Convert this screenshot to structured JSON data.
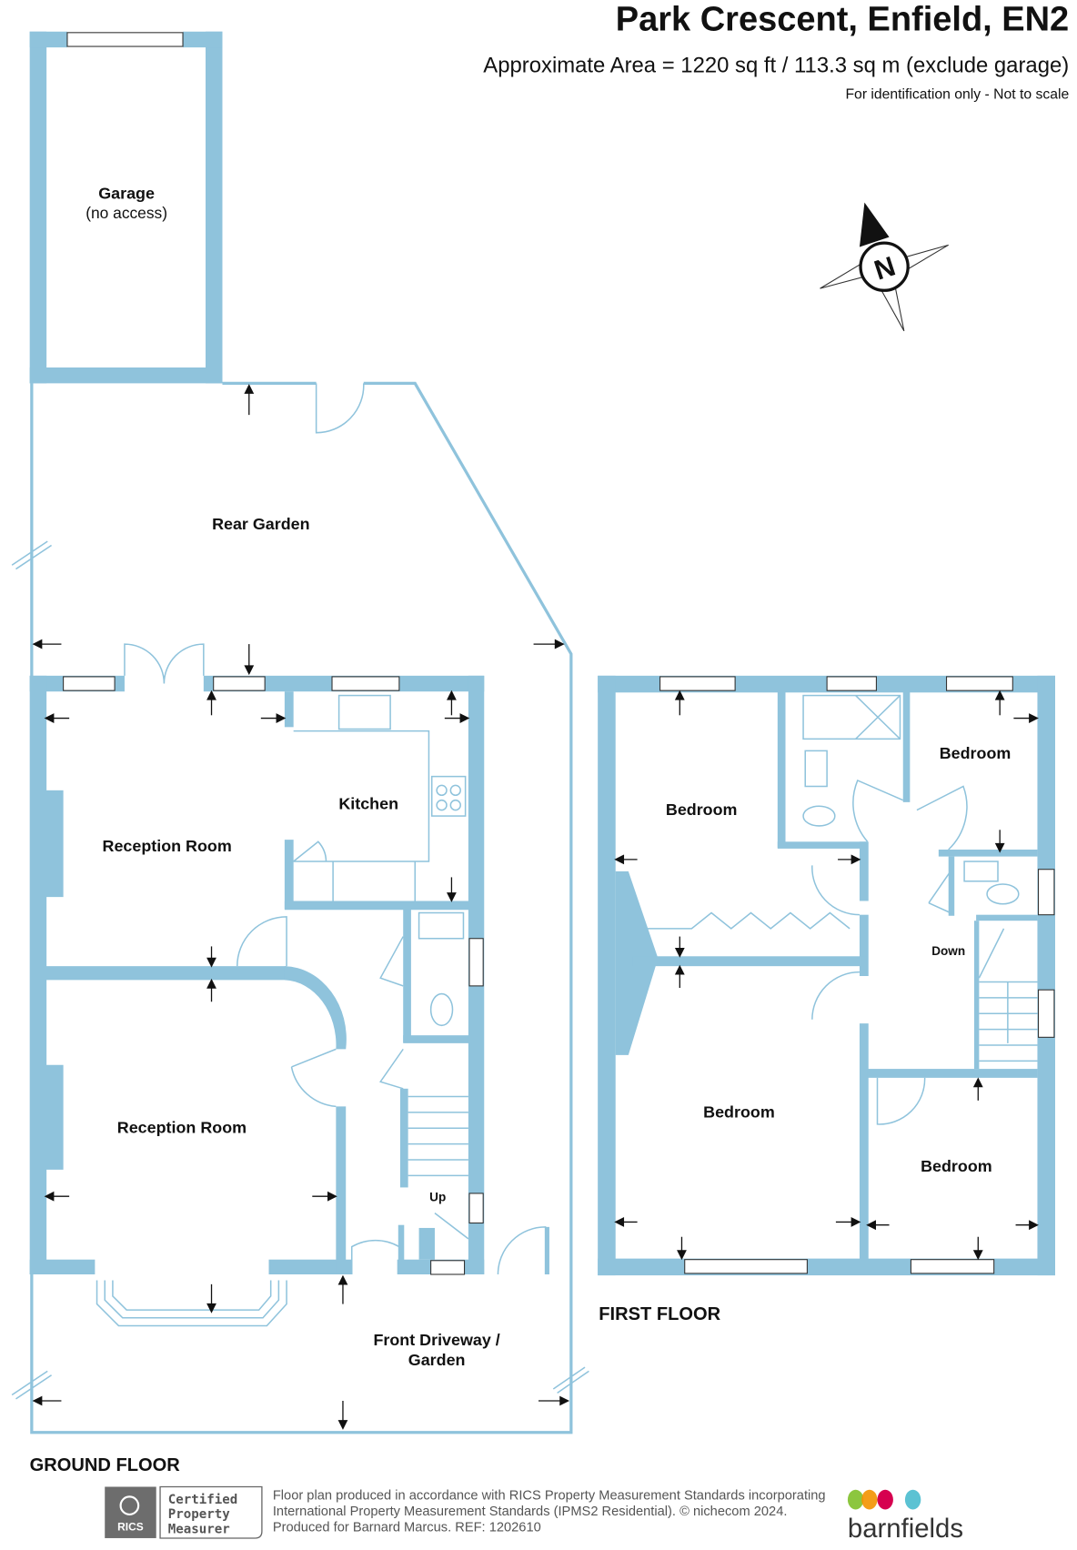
{
  "header": {
    "title": "Park Crescent, Enfield, EN2",
    "area": "Approximate Area = 1220 sq ft / 113.3 sq m (exclude garage)",
    "note": "For identification only - Not to scale"
  },
  "compass": {
    "letter": "N"
  },
  "ground_floor": {
    "label": "GROUND FLOOR",
    "rooms": {
      "garage": "Garage",
      "garage_note": "(no access)",
      "rear_garden": "Rear Garden",
      "kitchen": "Kitchen",
      "reception_1": "Reception Room",
      "reception_2": "Reception Room",
      "front_line1": "Front Driveway /",
      "front_line2": "Garden",
      "stairs": "Up"
    }
  },
  "first_floor": {
    "label": "FIRST FLOOR",
    "rooms": {
      "bedroom_1": "Bedroom",
      "bedroom_2": "Bedroom",
      "bedroom_3": "Bedroom",
      "bedroom_4": "Bedroom",
      "stairs": "Down"
    }
  },
  "footer": {
    "rics_badge": "RICS",
    "cert_line1": "Certified",
    "cert_line2": "Property",
    "cert_line3": "Measurer",
    "text_line1": "Floor plan produced in accordance with RICS Property Measurement Standards incorporating",
    "text_line2": "International Property Measurement Standards (IPMS2 Residential).  © nichecom 2024.",
    "text_line3": "Produced for Barnard Marcus.   REF:  1202610",
    "brand": "barnfields"
  },
  "colors": {
    "wall": "#8fc3dc",
    "brand_dots": [
      "#8cc63f",
      "#f39200",
      "#d6004f",
      "#5bc2d3"
    ]
  }
}
